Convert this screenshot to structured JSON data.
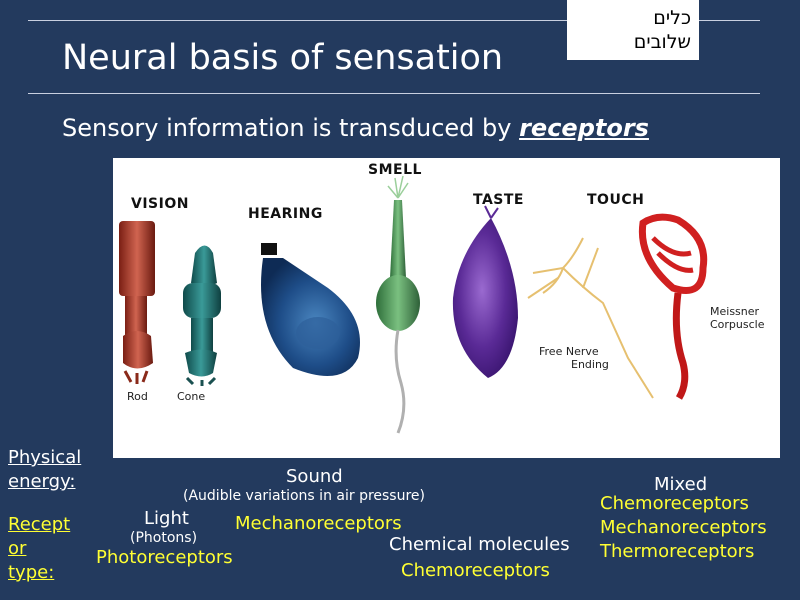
{
  "hebrew_logo": {
    "line1": "כלים",
    "line2": "שלובים"
  },
  "slide": {
    "title": "Neural basis of sensation",
    "subtitle_prefix": "Sensory information is transduced by ",
    "subtitle_emphasis": "receptors"
  },
  "figure": {
    "labels": {
      "vision": "VISION",
      "hearing": "HEARING",
      "smell": "SMELL",
      "taste": "TASTE",
      "touch": "TOUCH"
    },
    "captions": {
      "rod": "Rod",
      "cone": "Cone",
      "free_nerve_line1": "Free Nerve",
      "free_nerve_line2": "Ending",
      "meissner_line1": "Meissner",
      "meissner_line2": "Corpuscle"
    }
  },
  "left_labels": {
    "physical_energy_line1": "Physical",
    "physical_energy_line2": "energy:",
    "receptor_type_line1": "Recept",
    "receptor_type_line2": "or",
    "receptor_type_line3": "type:"
  },
  "columns": {
    "light": {
      "energy": "Light",
      "detail": "(Photons)",
      "receptor": "Photoreceptors"
    },
    "sound": {
      "energy": "Sound",
      "detail": "(Audible variations in air pressure)",
      "receptor": "Mechanoreceptors"
    },
    "chemical": {
      "energy": "Chemical molecules",
      "receptor": "Chemoreceptors"
    },
    "mixed": {
      "energy": "Mixed",
      "receptor1": "Chemoreceptors",
      "receptor2": "Mechanoreceptors",
      "receptor3": "Thermoreceptors"
    }
  },
  "colors": {
    "background": "#233a5e",
    "text": "#ffffff",
    "highlight": "#ffff33"
  }
}
